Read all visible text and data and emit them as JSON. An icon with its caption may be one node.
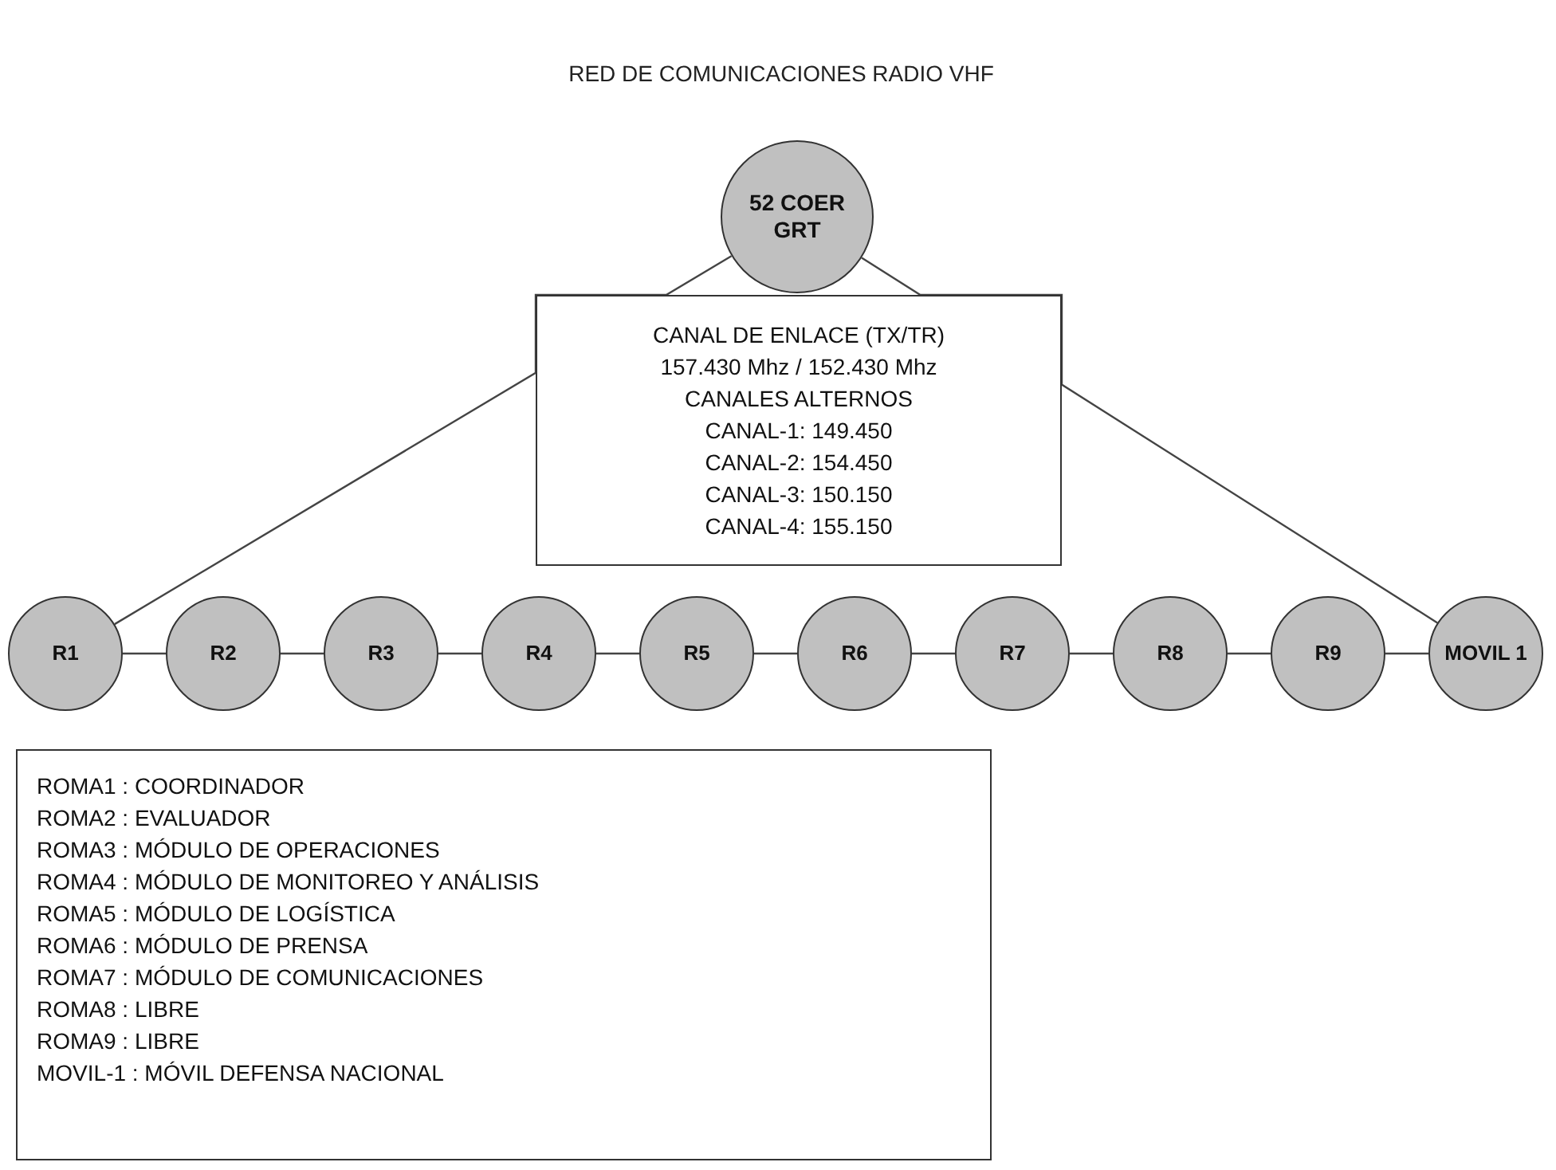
{
  "diagram": {
    "title": "RED DE COMUNICACIONES RADIO VHF",
    "nodes": [
      {
        "text": [
          "52 COER GRT"
        ]
      },
      {
        "text": [
          "CANAL DE ENLACE (TX/TR)",
          "157.430 Mhz / 152.430 Mhz",
          "CANALES ALTERNOS",
          "CANAL-1: 149.450",
          "CANAL-2: 154.450",
          "CANAL-3: 150.150",
          "CANAL-4: 155.150"
        ]
      },
      {
        "text": [
          "R1"
        ]
      },
      {
        "text": [
          "R2"
        ]
      },
      {
        "text": [
          "R3"
        ]
      },
      {
        "text": [
          "R4"
        ]
      },
      {
        "text": [
          "R5"
        ]
      },
      {
        "text": [
          "R6"
        ]
      },
      {
        "text": [
          "R7"
        ]
      },
      {
        "text": [
          "R8"
        ]
      },
      {
        "text": [
          "R9"
        ]
      },
      {
        "text": [
          "MOVIL 1"
        ]
      },
      {
        "text": [
          "ROMA1 : COORDINADOR",
          "ROMA2 : EVALUADOR",
          "ROMA3 : MÓDULO DE OPERACIONES",
          "ROMA4 : MÓDULO DE MONITOREO Y ANÁLISIS",
          "ROMA5 : MÓDULO DE LOGÍSTICA",
          "ROMA6 : MÓDULO DE PRENSA",
          "ROMA7 : MÓDULO DE COMUNICACIONES",
          "ROMA8 : LIBRE",
          "ROMA9 : LIBRE",
          "MOVIL-1 : MÓVIL DEFENSA NACIONAL"
        ]
      }
    ],
    "edges": [
      {
        "from": 0,
        "to": 2,
        "arrow": "none"
      },
      {
        "from": 0,
        "to": 11,
        "arrow": "none"
      },
      {
        "from": 2,
        "to": 3,
        "arrow": "none"
      },
      {
        "from": 3,
        "to": 4,
        "arrow": "none"
      },
      {
        "from": 4,
        "to": 5,
        "arrow": "none"
      },
      {
        "from": 5,
        "to": 6,
        "arrow": "none"
      },
      {
        "from": 6,
        "to": 7,
        "arrow": "none"
      },
      {
        "from": 7,
        "to": 8,
        "arrow": "none"
      },
      {
        "from": 8,
        "to": 9,
        "arrow": "none"
      },
      {
        "from": 9,
        "to": 10,
        "arrow": "none"
      },
      {
        "from": 10,
        "to": 11,
        "arrow": "none"
      }
    ]
  }
}
